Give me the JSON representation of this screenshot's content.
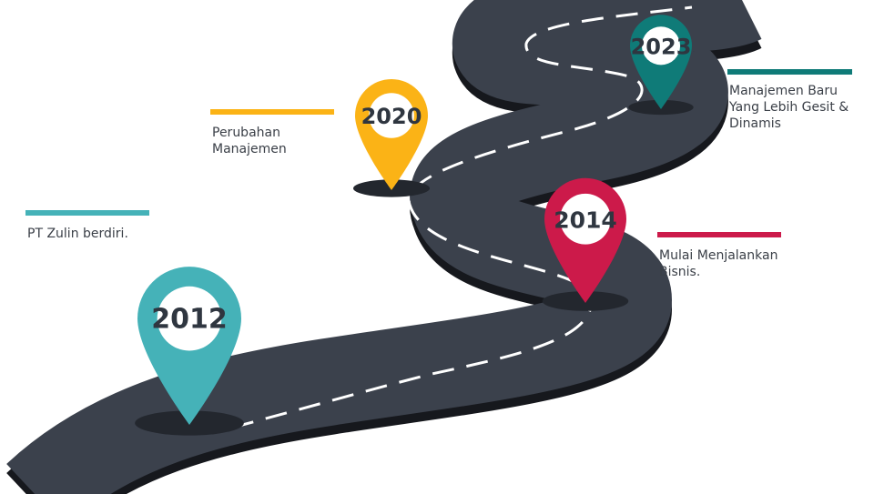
{
  "milestones": [
    {
      "year": "2012",
      "description": "PT Zulin berdiri.",
      "color": "#45b2b8"
    },
    {
      "year": "2014",
      "description": "Mulai Menjalankan\nBisnis.",
      "color": "#cc1a4a"
    },
    {
      "year": "2020",
      "description": "Perubahan\nManajemen",
      "color": "#fbb316"
    },
    {
      "year": "2023",
      "description": "Manajemen  Baru\nYang Lebih Gesit &\nDinamis",
      "color": "#0f7b78"
    }
  ],
  "road": {
    "surface_color": "#3b414c",
    "edge_color": "#16181d",
    "marking_color": "#ffffff"
  }
}
